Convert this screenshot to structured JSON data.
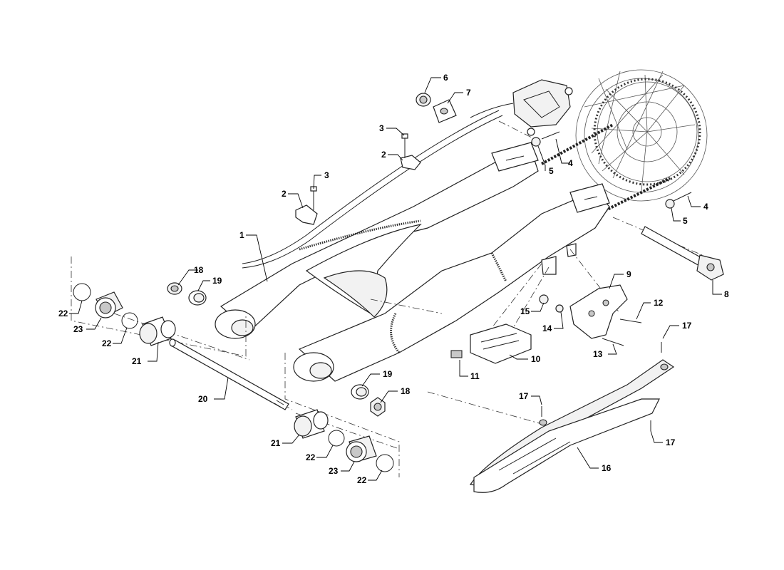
{
  "diagram": {
    "callouts": [
      {
        "id": "c1",
        "label": "1"
      },
      {
        "id": "c2a",
        "label": "2"
      },
      {
        "id": "c2b",
        "label": "2"
      },
      {
        "id": "c3a",
        "label": "3"
      },
      {
        "id": "c3b",
        "label": "3"
      },
      {
        "id": "c4a",
        "label": "4"
      },
      {
        "id": "c4b",
        "label": "4"
      },
      {
        "id": "c5a",
        "label": "5"
      },
      {
        "id": "c5b",
        "label": "5"
      },
      {
        "id": "c6",
        "label": "6"
      },
      {
        "id": "c7",
        "label": "7"
      },
      {
        "id": "c8",
        "label": "8"
      },
      {
        "id": "c9",
        "label": "9"
      },
      {
        "id": "c10",
        "label": "10"
      },
      {
        "id": "c11",
        "label": "11"
      },
      {
        "id": "c12",
        "label": "12"
      },
      {
        "id": "c13",
        "label": "13"
      },
      {
        "id": "c14",
        "label": "14"
      },
      {
        "id": "c15",
        "label": "15"
      },
      {
        "id": "c16",
        "label": "16"
      },
      {
        "id": "c17a",
        "label": "17"
      },
      {
        "id": "c17b",
        "label": "17"
      },
      {
        "id": "c17c",
        "label": "17"
      },
      {
        "id": "c18a",
        "label": "18"
      },
      {
        "id": "c18b",
        "label": "18"
      },
      {
        "id": "c19a",
        "label": "19"
      },
      {
        "id": "c19b",
        "label": "19"
      },
      {
        "id": "c20",
        "label": "20"
      },
      {
        "id": "c21a",
        "label": "21"
      },
      {
        "id": "c21b",
        "label": "21"
      },
      {
        "id": "c22a",
        "label": "22"
      },
      {
        "id": "c22b",
        "label": "22"
      },
      {
        "id": "c22c",
        "label": "22"
      },
      {
        "id": "c22d",
        "label": "22"
      },
      {
        "id": "c23a",
        "label": "23"
      },
      {
        "id": "c23b",
        "label": "23"
      }
    ]
  }
}
